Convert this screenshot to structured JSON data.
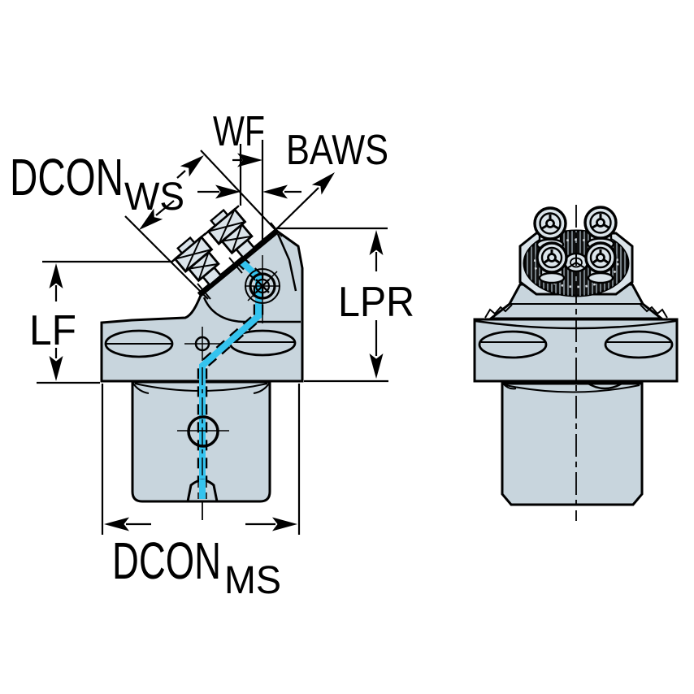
{
  "drawing": {
    "type": "technical-dimension-drawing",
    "views": {
      "left": "side-view",
      "right": "front-view"
    }
  },
  "dimensions": {
    "dcon_ws": {
      "label": "DCON",
      "subscript": "WS"
    },
    "wf": {
      "label": "WF"
    },
    "baws": {
      "label": "BAWS"
    },
    "lpr": {
      "label": "LPR"
    },
    "lf": {
      "label": "LF"
    },
    "dcon_ms": {
      "label": "DCON",
      "subscript": "MS"
    }
  },
  "colors": {
    "background": "#ffffff",
    "body_fill": "#c8d5dd",
    "metal_fill": "#dbe4ea",
    "outline": "#000000",
    "dimension": "#000000",
    "coolant": "#35c3ee",
    "serration_dark": "#101010",
    "hatch": "#8d99a1"
  }
}
